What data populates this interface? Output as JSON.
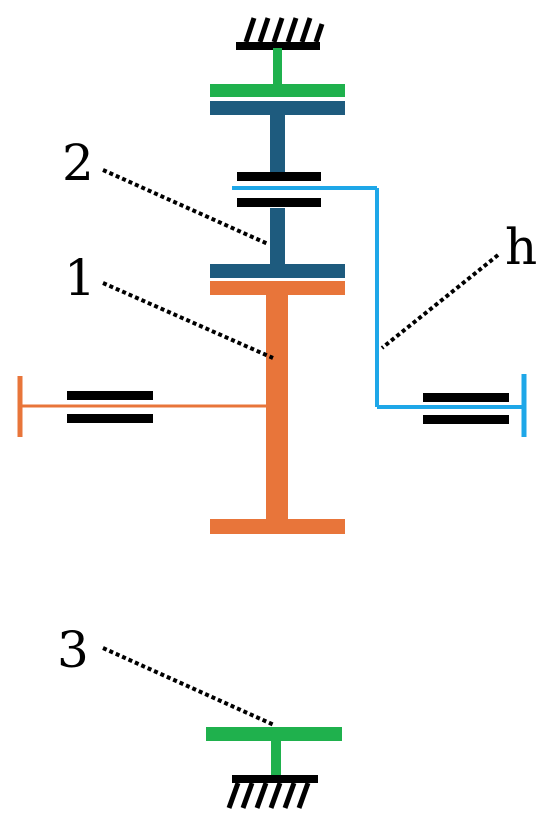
{
  "labels": {
    "gear_1": "1",
    "gear_2": "2",
    "gear_3": "3",
    "carrier": "h"
  },
  "colors": {
    "gear_1": "#e8753a",
    "gear_2": "#1e5b7e",
    "ring_3": "#1fb14d",
    "carrier_h": "#1ea7e8",
    "bearing": "#000000",
    "ground": "#000000",
    "leader": "#000000"
  }
}
